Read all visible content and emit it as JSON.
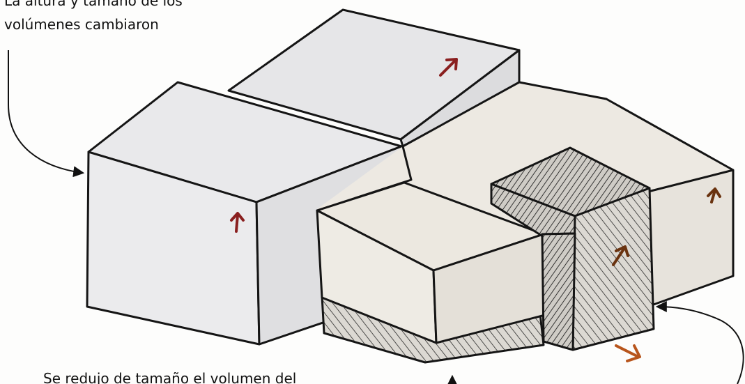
{
  "annotations": {
    "top_line_1": "La altura y tamaño de los",
    "top_line_2": "volúmenes cambiaron",
    "bottom_line": "Se redujo de tamaño el volumen del"
  },
  "colors": {
    "ink": "#151515",
    "light_volume": "#e8e8ea",
    "light_volume_side": "#dedee0",
    "warm_volume": "#ece9e2",
    "warm_volume_side": "#e3e0d8",
    "hatched_volume": "#d9d6d0",
    "arrow_red": "#8a1f1f",
    "arrow_orange": "#b8551c"
  }
}
